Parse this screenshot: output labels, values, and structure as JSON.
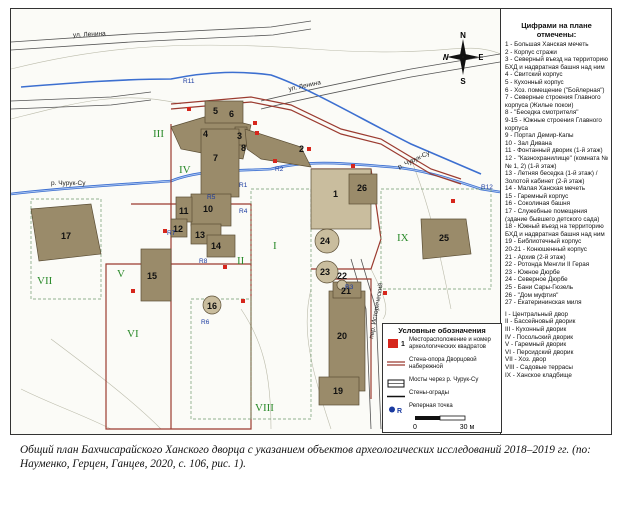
{
  "streets": {
    "lenina_1": "ул. Ленина",
    "lenina_2": "ул. Ленина",
    "churuk_1": "р. Чурук-Су",
    "churuk_2": "р. Чурук-Су",
    "istoricheskiy": "пер. Исторический"
  },
  "compass": {
    "n": "N",
    "s": "S",
    "w": "W",
    "e": "E"
  },
  "side_legend": {
    "title": "Цифрами на плане отмечены:",
    "buildings": [
      "1 - Большая Ханская мечеть",
      "2 - Корпус стражи",
      "3 - Северный въезд на территорию БХД и надвратная башня над ним",
      "4 - Свитский корпус",
      "5 - Кухонный корпус",
      "6 - Хоз. помещение (\"Бойлерная\")",
      "7 - Северные строения Главного корпуса (Жилые покои)",
      "8 - \"Беседка смотрителя\"",
      "9-15 - Южные строения Главного корпуса",
      "9 - Портал Демир-Капы",
      "10 - Зал Дивана",
      "11 - Фонтанный дворик (1-й этаж)",
      "12 - \"Казнохранилище\" (комната №№ 1, 2) (1-й этаж)",
      "13 - Летняя беседка (1-й этаж) / Золотой кабинет (2-й этаж)",
      "14 - Малая Ханская мечеть",
      "15 - Гаремный корпус",
      "16 - Соколиная башня",
      "17 - Служебные помещения (здание бывшего детского сада)",
      "18 - Южный въезд на территорию БХД и надвратная башня над ним",
      "19 - Библиотечный корпус",
      "20-21 - Конюшенный корпус",
      "21 - Архив (2-й этаж)",
      "22 - Ротонда Менгли II Герая",
      "23 - Южное Дюрбе",
      "24 - Северное Дюрбе",
      "25 - Бани Сары-Гюзель",
      "26 - \"Дом муфтия\"",
      "27 - Екатерининская миля"
    ],
    "zones": [
      "I - Центральный двор",
      "II - Бассейновый дворик",
      "III - Кухонный дворик",
      "IV - Посольский дворик",
      "V - Гаремный дворик",
      "VI - Персидский дворик",
      "VII - Хоз. двор",
      "VIII - Садовые террасы",
      "IX - Ханское кладбище"
    ]
  },
  "map_labels": {
    "buildings": [
      "1",
      "2",
      "3",
      "4",
      "5",
      "6",
      "7",
      "8",
      "10",
      "11",
      "12",
      "13",
      "14",
      "15",
      "16",
      "17",
      "19",
      "20",
      "21",
      "22",
      "23",
      "24",
      "25",
      "26"
    ],
    "zones": [
      "I",
      "II",
      "III",
      "IV",
      "V",
      "VI",
      "VII",
      "VIII",
      "IX"
    ],
    "bridges": [
      "R11",
      "R12",
      "R1",
      "R2",
      "R3",
      "R4",
      "R5",
      "R6",
      "R7",
      "R8"
    ]
  },
  "conventions": {
    "title": "Условные обозначения",
    "items": [
      {
        "symbol": "1",
        "text": "Месторасположение и номер археологических квадратов"
      },
      {
        "symbol": "",
        "text": "Стена-опора Дворцовой набережной"
      },
      {
        "symbol": "",
        "text": "Мосты через р. Чурук-Су"
      },
      {
        "symbol": "",
        "text": "Стены-ограды"
      },
      {
        "symbol": "R",
        "text": "Реперная точка"
      }
    ]
  },
  "scale": {
    "zero": "0",
    "end": "30 м"
  },
  "caption": "Общий план Бахчисарайского Ханского дворца с указанием объектов археологических исследований 2018–2019 гг. (по: Науменко, Герцен, Ганцев, 2020, с. 106, рис. 1).",
  "colors": {
    "building": "#9a8b6a",
    "building_light": "#c9bd9e",
    "river": "#3c6fd0",
    "wall_red": "#9b3b30",
    "zone_green": "#2a8a2a",
    "square_red": "#d6261c"
  }
}
